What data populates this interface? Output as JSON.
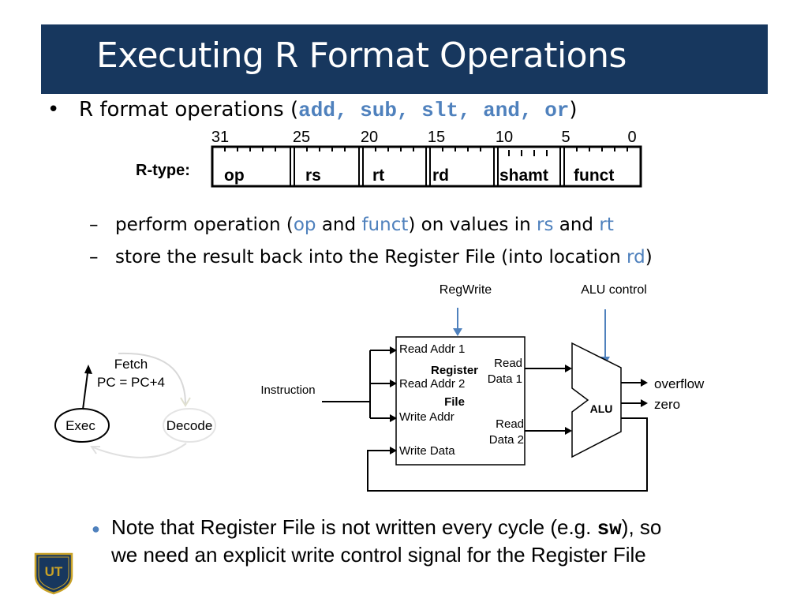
{
  "title": "Executing R Format Operations",
  "bullet": {
    "marker": "•",
    "prefix": "R format operations (",
    "ops": "add, sub, slt, and, or",
    "suffix": ")"
  },
  "rtype": {
    "label": "R-type:",
    "bit_positions": [
      "31",
      "25",
      "20",
      "15",
      "10",
      "5",
      "0"
    ],
    "fields": [
      "op",
      "rs",
      "rt",
      "rd",
      "shamt",
      "funct"
    ]
  },
  "sub_bullets": {
    "dash": "–",
    "line1": {
      "p1": "perform operation (",
      "op": "op",
      "p2": " and ",
      "funct": "funct",
      "p3": ") on values in ",
      "rs": "rs",
      "p4": " and ",
      "rt": "rt"
    },
    "line2": {
      "p1": "store the result back into the Register File (into location ",
      "rd": "rd",
      "p2": ")"
    }
  },
  "cycle": {
    "fetch": "Fetch",
    "pc": "PC = PC+4",
    "exec": "Exec",
    "decode": "Decode"
  },
  "datapath": {
    "regwrite": "RegWrite",
    "alu_control": "ALU control",
    "instruction": "Instruction",
    "read_addr1": "Read Addr 1",
    "read_addr2": "Read Addr 2",
    "write_addr": "Write Addr",
    "write_data": "Write Data",
    "register": "Register",
    "file": "File",
    "read": "Read",
    "data1": "Data 1",
    "data2": "Data 2",
    "alu": "ALU",
    "overflow": "overflow",
    "zero": "zero"
  },
  "note": {
    "marker": "●",
    "p1": "Note that Register File is not written every cycle (e.g. ",
    "code": "sw",
    "p2": "), so",
    "line2": "we need an explicit write control signal for the Register File"
  },
  "logo": {
    "text": "UT",
    "colors": {
      "navy": "#17375e",
      "gold": "#c9a227"
    }
  },
  "colors": {
    "title_bg": "#17375e",
    "accent_blue": "#4f81bd"
  }
}
